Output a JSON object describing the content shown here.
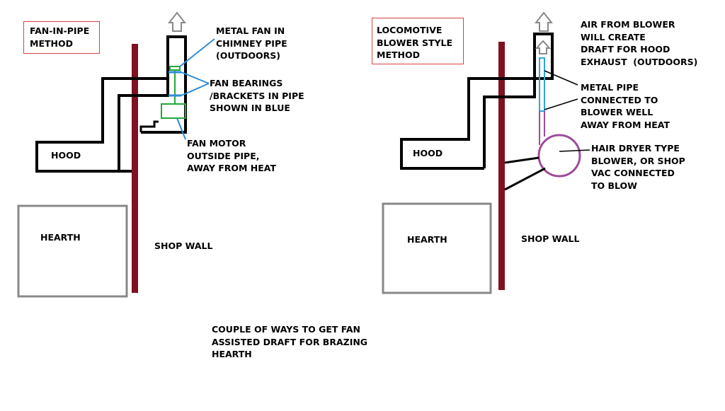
{
  "colors": {
    "wall": "#7f1120",
    "outline": "#000000",
    "hearth_border": "#888888",
    "title_border": "#d94040",
    "fan": "#22a83a",
    "bearings": "#2d8bd6",
    "metal_pipe": "#2aa7dc",
    "blower": "#9c4c9c",
    "arrow": "#888888"
  },
  "left": {
    "title": "FAN-IN-PIPE\nMETHOD",
    "hood": "HOOD",
    "hearth": "HEARTH",
    "wall": "SHOP WALL",
    "fan": "METAL FAN IN\nCHIMNEY PIPE\n(OUTDOORS)",
    "bearings": "FAN BEARINGS\n/BRACKETS IN PIPE\nSHOWN IN BLUE",
    "motor": "FAN MOTOR\nOUTSIDE PIPE,\nAWAY FROM HEAT"
  },
  "right": {
    "title": "LOCOMOTIVE\nBLOWER STYLE\nMETHOD",
    "hood": "HOOD",
    "hearth": "HEARTH",
    "wall": "SHOP WALL",
    "air": "AIR FROM BLOWER\nWILL CREATE\nDRAFT FOR HOOD\nEXHAUST  (OUTDOORS)",
    "pipe": "METAL PIPE\nCONNECTED TO\nBLOWER WELL\nAWAY FROM HEAT",
    "blower": "HAIR DRYER TYPE\nBLOWER, OR SHOP\nVAC CONNECTED\nTO BLOW"
  },
  "caption": "COUPLE OF WAYS TO GET FAN\nASSISTED DRAFT FOR BRAZING\nHEARTH"
}
